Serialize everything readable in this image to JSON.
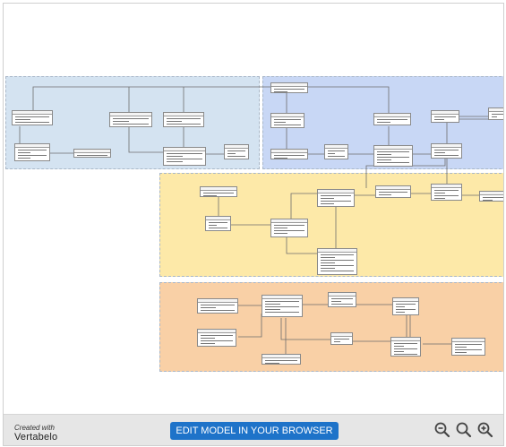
{
  "branding": {
    "created_with": "Created with",
    "name": "Vertabelo"
  },
  "toolbar": {
    "edit_label": "EDIT MODEL IN YOUR BROWSER"
  },
  "icons": {
    "zoom_out": "zoom-out-icon",
    "zoom_reset": "zoom-reset-icon",
    "zoom_in": "zoom-in-icon"
  },
  "colors": {
    "area_blue_light": "#d4e3f1",
    "area_blue": "#c8d7f5",
    "area_yellow": "#fde9a8",
    "area_orange": "#f9d0a6",
    "button": "#1e73c9"
  },
  "areas": [
    {
      "id": "blue-light",
      "label": ""
    },
    {
      "id": "blue",
      "label": ""
    },
    {
      "id": "yellow",
      "label": ""
    },
    {
      "id": "orange",
      "label": ""
    }
  ]
}
